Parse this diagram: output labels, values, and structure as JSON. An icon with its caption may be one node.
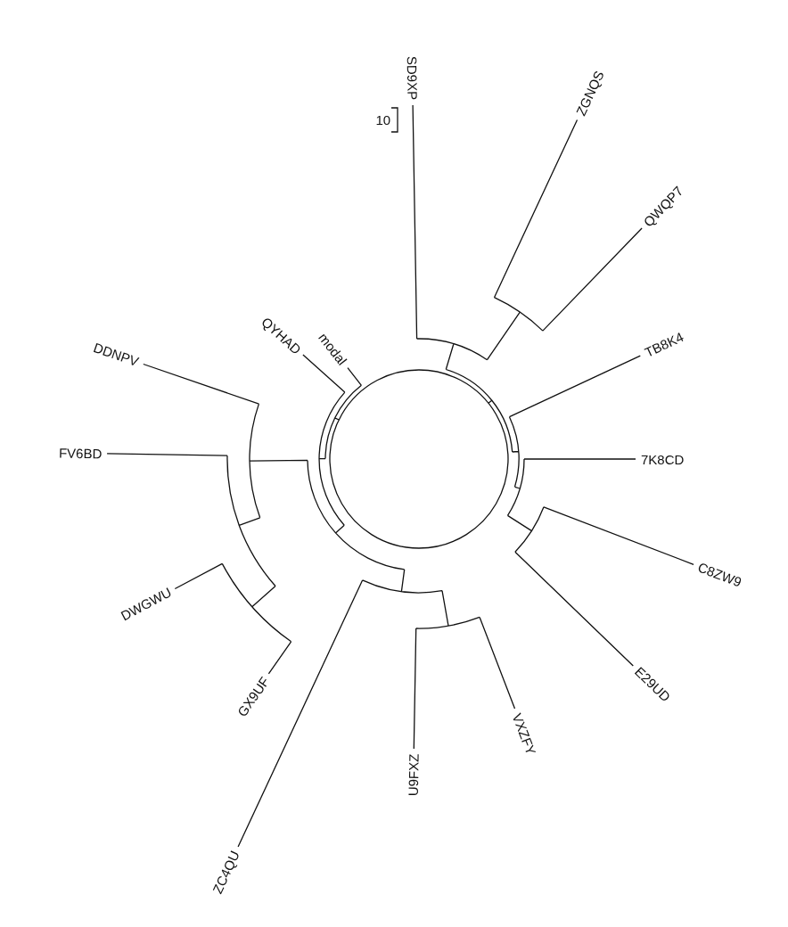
{
  "diagram": {
    "labels": [
      "SD9XP",
      "ZGNQS",
      "10",
      "QWQP7",
      "QYHAD",
      "modal",
      "DDNPV",
      "TB8K4",
      "FV6BD",
      "7K8CD",
      "C8ZW9",
      "DWGWU",
      "GX9UF",
      "E29UD",
      "VXZFY",
      "U9FXZ",
      "ZC4QU"
    ]
  }
}
